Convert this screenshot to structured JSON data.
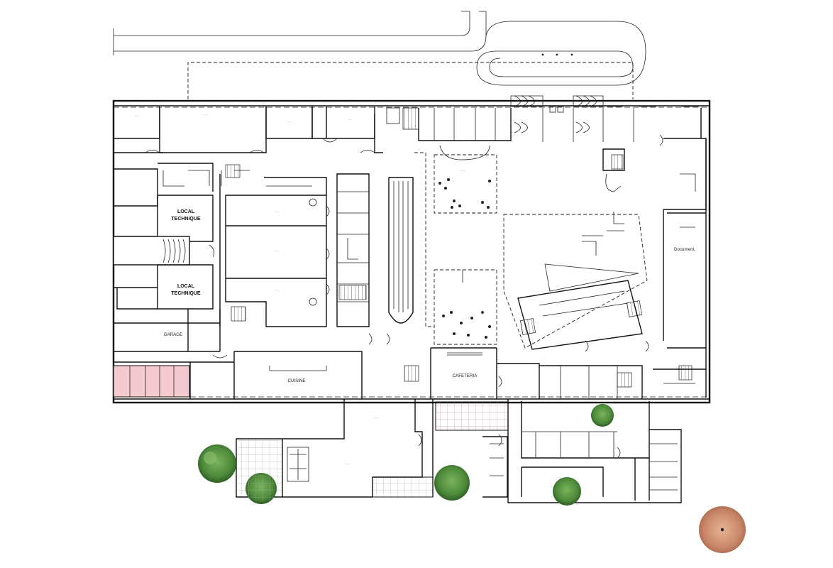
{
  "plan": {
    "labels": {
      "local_technique_1": [
        "LOCAL",
        "TECHNIQUE"
      ],
      "local_technique_2": [
        "LOCAL",
        "TECHNIQUE"
      ],
      "garage": "GARAGE",
      "cuisine": "CUISINE",
      "cafeteria": "CAFETERIA",
      "document": "Document."
    },
    "colors": {
      "wall": "#111111",
      "highlight_room": "#f4c9cf",
      "tree_green": "#4d8a3a",
      "tree_pink": "#c9876a",
      "paving_grid": "#b8b8b8"
    },
    "icons": [
      "tree-icon",
      "north-rose-icon",
      "paving-grid"
    ]
  }
}
